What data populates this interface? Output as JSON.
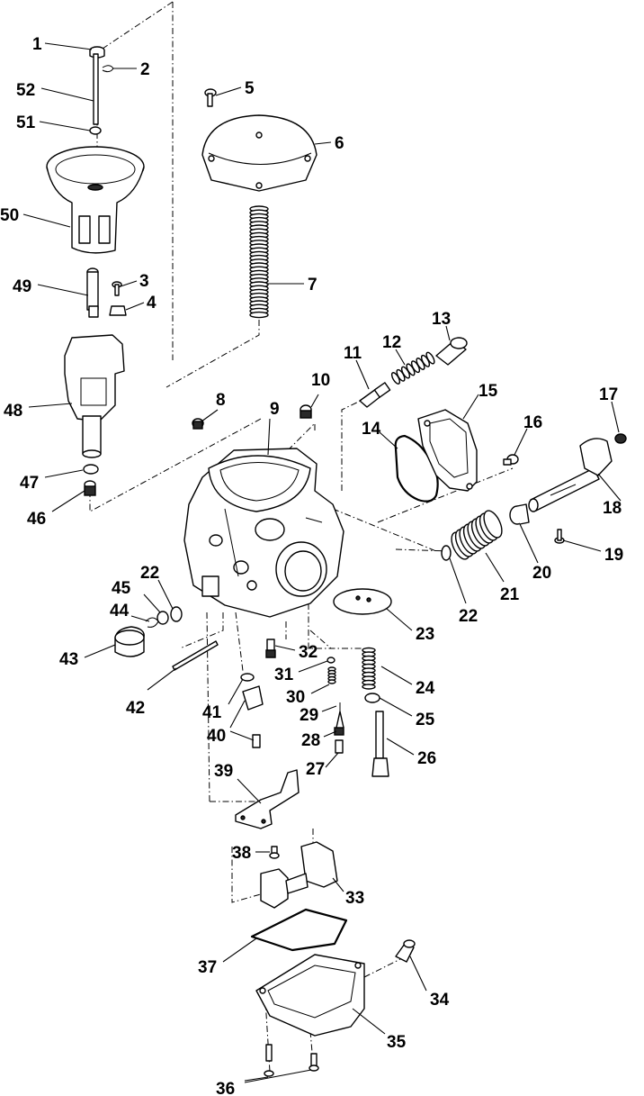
{
  "callouts": [
    {
      "id": "1",
      "label": "1"
    },
    {
      "id": "2",
      "label": "2"
    },
    {
      "id": "3",
      "label": "3"
    },
    {
      "id": "4",
      "label": "4"
    },
    {
      "id": "5",
      "label": "5"
    },
    {
      "id": "6",
      "label": "6"
    },
    {
      "id": "7",
      "label": "7"
    },
    {
      "id": "8",
      "label": "8"
    },
    {
      "id": "9",
      "label": "9"
    },
    {
      "id": "10",
      "label": "10"
    },
    {
      "id": "11",
      "label": "11"
    },
    {
      "id": "12",
      "label": "12"
    },
    {
      "id": "13",
      "label": "13"
    },
    {
      "id": "14",
      "label": "14"
    },
    {
      "id": "15",
      "label": "15"
    },
    {
      "id": "16",
      "label": "16"
    },
    {
      "id": "17",
      "label": "17"
    },
    {
      "id": "18",
      "label": "18"
    },
    {
      "id": "19",
      "label": "19"
    },
    {
      "id": "20",
      "label": "20"
    },
    {
      "id": "21",
      "label": "21"
    },
    {
      "id": "22a",
      "label": "22"
    },
    {
      "id": "22b",
      "label": "22"
    },
    {
      "id": "23",
      "label": "23"
    },
    {
      "id": "24",
      "label": "24"
    },
    {
      "id": "25",
      "label": "25"
    },
    {
      "id": "26",
      "label": "26"
    },
    {
      "id": "27",
      "label": "27"
    },
    {
      "id": "28",
      "label": "28"
    },
    {
      "id": "29",
      "label": "29"
    },
    {
      "id": "30",
      "label": "30"
    },
    {
      "id": "31",
      "label": "31"
    },
    {
      "id": "32",
      "label": "32"
    },
    {
      "id": "33",
      "label": "33"
    },
    {
      "id": "34",
      "label": "34"
    },
    {
      "id": "35",
      "label": "35"
    },
    {
      "id": "36",
      "label": "36"
    },
    {
      "id": "37",
      "label": "37"
    },
    {
      "id": "38",
      "label": "38"
    },
    {
      "id": "39",
      "label": "39"
    },
    {
      "id": "40",
      "label": "40"
    },
    {
      "id": "41",
      "label": "41"
    },
    {
      "id": "42",
      "label": "42"
    },
    {
      "id": "43",
      "label": "43"
    },
    {
      "id": "44",
      "label": "44"
    },
    {
      "id": "45",
      "label": "45"
    },
    {
      "id": "46",
      "label": "46"
    },
    {
      "id": "47",
      "label": "47"
    },
    {
      "id": "48",
      "label": "48"
    },
    {
      "id": "49",
      "label": "49"
    },
    {
      "id": "50",
      "label": "50"
    },
    {
      "id": "51",
      "label": "51"
    },
    {
      "id": "52",
      "label": "52"
    }
  ]
}
